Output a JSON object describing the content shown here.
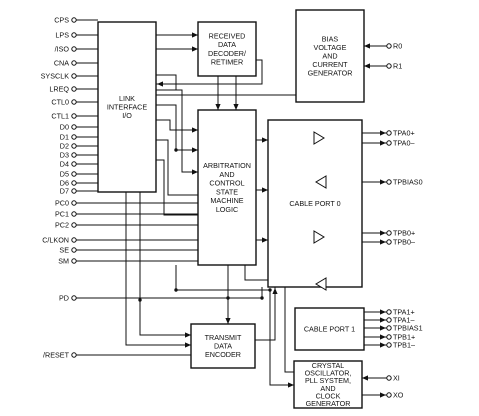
{
  "left_pins": {
    "top_group": [
      "CPS",
      "LPS",
      "/ISO",
      "CNA",
      "SYSCLK",
      "LREQ",
      "CTL0",
      "CTL1",
      "D0",
      "D1",
      "D2",
      "D3",
      "D4",
      "D5",
      "D6",
      "D7"
    ],
    "pc_group": [
      "PC0",
      "PC1",
      "PC2"
    ],
    "mid_group": [
      "C/LKON",
      "SE",
      "SM"
    ],
    "pd": "PD",
    "reset": "/RESET"
  },
  "right_pins": {
    "bias": [
      "R0",
      "R1"
    ],
    "port0": [
      "TPA0+",
      "TPA0–",
      "TPBIAS0",
      "TPB0+",
      "TPB0–"
    ],
    "port1": [
      "TPA1+",
      "TPA1–",
      "TPBIAS1",
      "TPB1+",
      "TPB1–"
    ],
    "osc": [
      "XI",
      "XO"
    ]
  },
  "blocks": {
    "link": [
      "LINK",
      "INTERFACE",
      "I/O"
    ],
    "received": [
      "RECEIVED",
      "DATA",
      "DECODER/",
      "RETIMER"
    ],
    "bias": [
      "BIAS",
      "VOLTAGE",
      "AND",
      "CURRENT",
      "GENERATOR"
    ],
    "arbitration": [
      "ARBITRATION",
      "AND",
      "CONTROL",
      "STATE",
      "MACHINE",
      "LOGIC"
    ],
    "cable0": [
      "CABLE PORT 0"
    ],
    "cable1": [
      "CABLE PORT 1"
    ],
    "transmit": [
      "TRANSMIT",
      "DATA",
      "ENCODER"
    ],
    "crystal": [
      "CRYSTAL",
      "OSCILLATOR,",
      "PLL SYSTEM,",
      "AND",
      "CLOCK",
      "GENERATOR"
    ]
  }
}
